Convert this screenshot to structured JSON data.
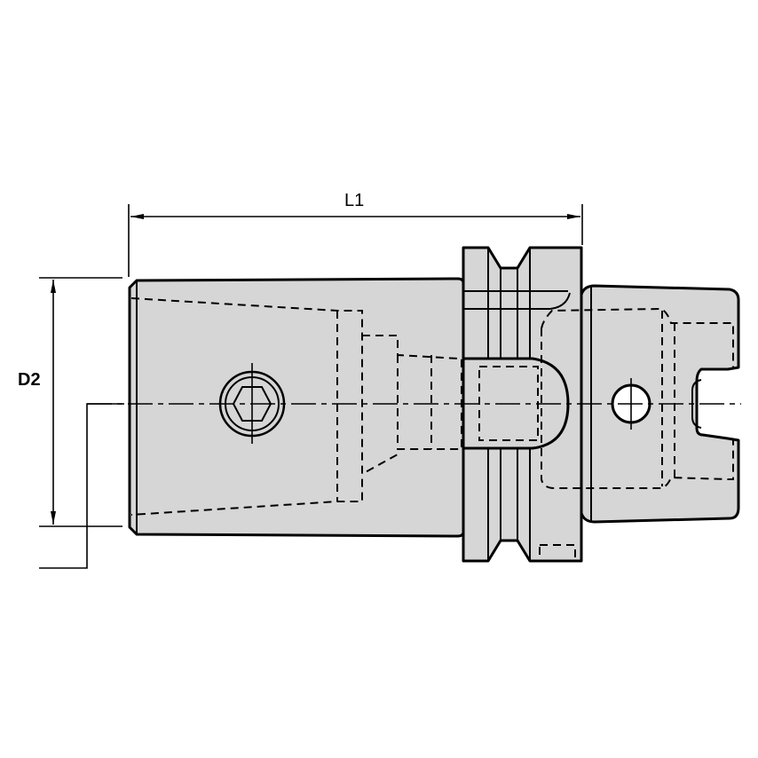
{
  "drawing": {
    "title": "Tool holder adapter side view",
    "fill_color": "#d6d6d6",
    "line_color": "#000000",
    "background": "#ffffff"
  },
  "dimensions": {
    "length_label": "L1",
    "diameter_label": "D2"
  }
}
